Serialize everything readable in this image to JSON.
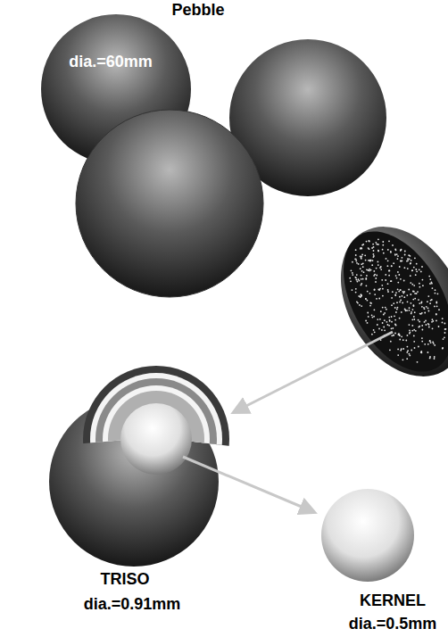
{
  "diagram": {
    "labels": [
      "Pebble",
      "dia.=60mm",
      "TRISO",
      "dia.=0.91mm",
      "KERNEL",
      "dia.=0.5mm"
    ]
  }
}
